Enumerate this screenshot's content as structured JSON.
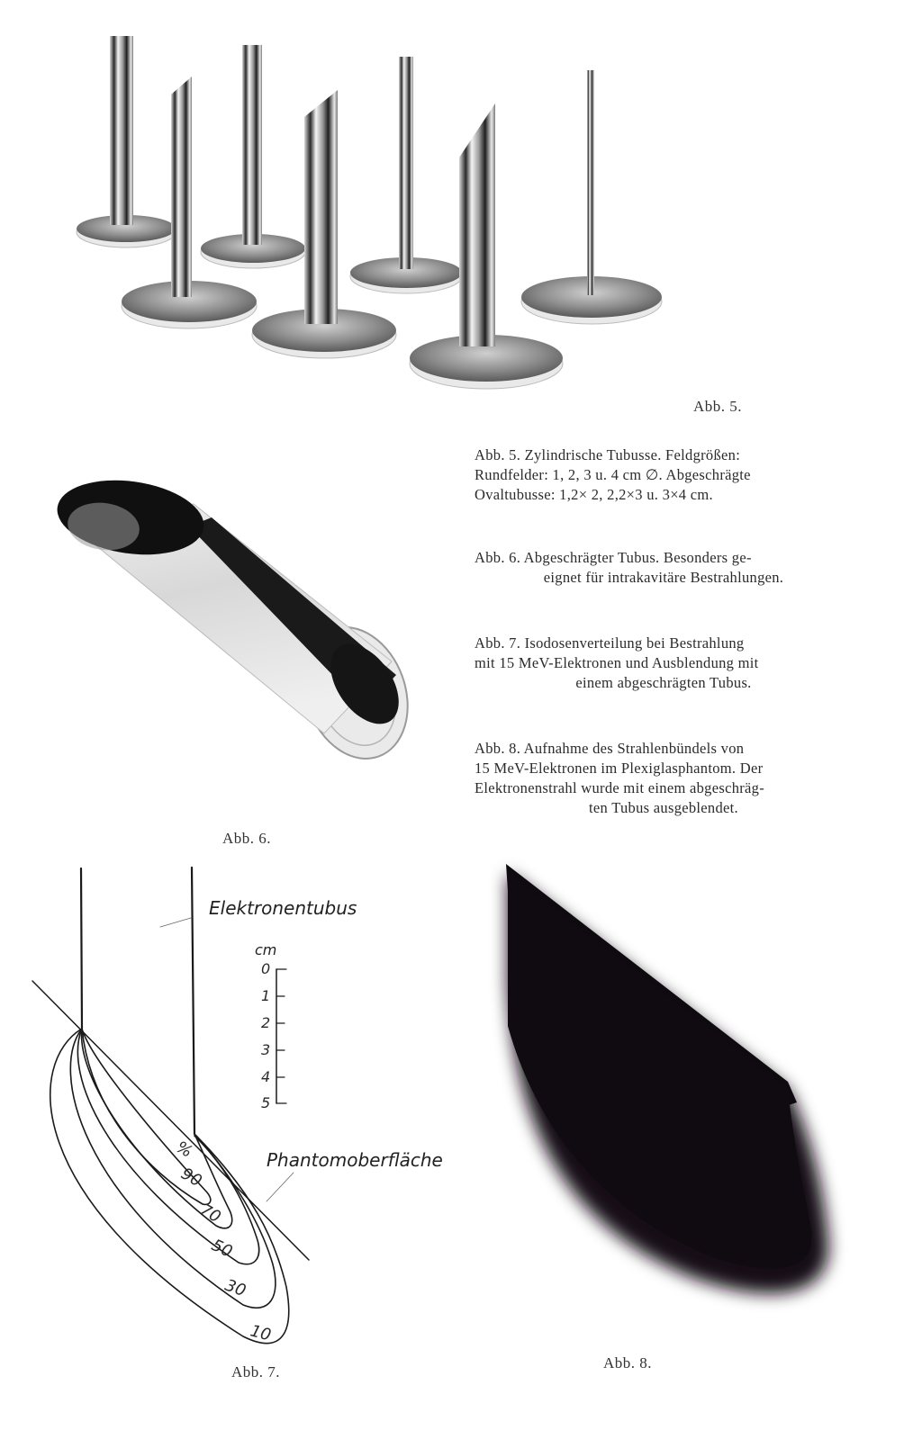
{
  "figures": {
    "abb5": {
      "label": "Abb. 5.",
      "caption": "Abb. 5. Zylindrische Tubusse. Feldgrößen: Rundfelder: 1, 2, 3 u. 4 cm ∅. Abgeschrägte Ovaltubusse: 1,2× 2, 2,2×3 u. 3×4 cm.",
      "caption_lines": [
        "Abb. 5. Zylindrische Tubusse. Feldgrößen:",
        "Rundfelder: 1, 2, 3 u. 4 cm ∅. Abgeschrägte",
        "Ovaltubusse: 1,2× 2, 2,2×3 u. 3×4 cm."
      ],
      "image_description": "Photograph of seven chrome cylindrical and beveled tubes on round bases"
    },
    "abb6": {
      "label": "Abb. 6.",
      "caption_lines": [
        "Abb. 6. Abgeschrägter Tubus. Besonders ge-",
        "eignet für intrakavitäre Bestrahlungen."
      ],
      "image_description": "Photograph of a single beveled chrome tube lying diagonally"
    },
    "abb7": {
      "label": "Abb. 7.",
      "caption_lines": [
        "Abb. 7. Isodosenverteilung bei Bestrahlung",
        "mit 15 MeV-Elektronen und Ausblendung mit",
        "einem abgeschrägten Tubus."
      ],
      "diagram": {
        "tube_label": "Elektronentubus",
        "surface_label": "Phantomoberfläche",
        "scale_unit": "cm",
        "scale_ticks": [
          "0",
          "1",
          "2",
          "3",
          "4",
          "5"
        ],
        "percent_symbol": "%",
        "isodose_levels": [
          "90",
          "70",
          "50",
          "30",
          "10"
        ]
      }
    },
    "abb8": {
      "label": "Abb. 8.",
      "caption_lines": [
        "Abb. 8. Aufnahme des Strahlenbündels von",
        "15 MeV-Elektronen im Plexiglasphantom. Der",
        "Elektronenstrahl wurde mit einem abgeschräg-",
        "ten Tubus ausgeblendet."
      ],
      "image_description": "Dark photographic exposure of the electron beam in a plexiglass phantom"
    }
  }
}
